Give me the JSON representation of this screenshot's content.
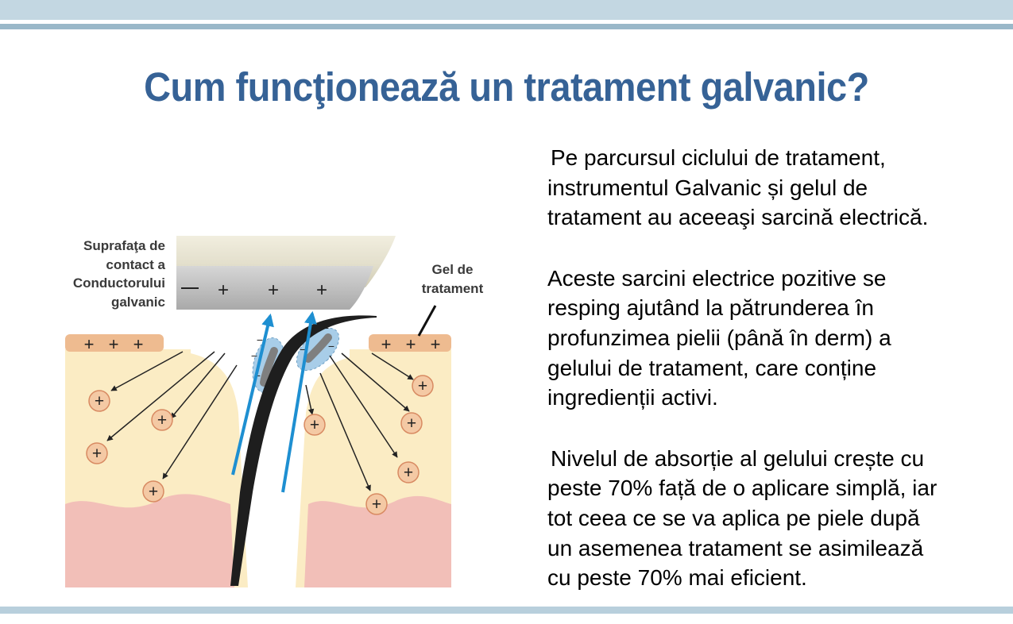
{
  "title": "Cum funcţionează un tratament galvanic?",
  "paragraphs": [
    "Pe parcursul ciclului de tratament,\ninstrumentul Galvanic și gelul de\ntratament au aceeaşi sarcină electrică.",
    "Aceste sarcini electrice pozitive se\nresping ajutând la pătrunderea în\nprofunzimea pielii (până în derm) a\ngelului de tratament, care conține\ningredienții activi.",
    "Nivelul de absorție al gelului crește cu\npeste 70% față de o aplicare simplă, iar\ntot ceea ce se va aplica pe piele după\nun asemenea tratament se asimilează\ncu peste 70% mai eficient."
  ],
  "diagram": {
    "label_contact": "Suprafaţa de\ncontact a\nConductorului\ngalvanic",
    "label_gel": "Gel de\ntratament",
    "plus_sign": "+",
    "minus_sign": "−",
    "colors": {
      "skin_top": "#fbecc4",
      "dermis": "#f2bfb8",
      "gel_pad": "#eebb90",
      "ion": "#f4c9a4",
      "probe_body": "#ede9d8",
      "probe_tip": "#b5b5b5",
      "arrow_blue": "#1e8fd1",
      "gel_blue": "#a8cde8",
      "hair": "#1e1e1e"
    }
  }
}
